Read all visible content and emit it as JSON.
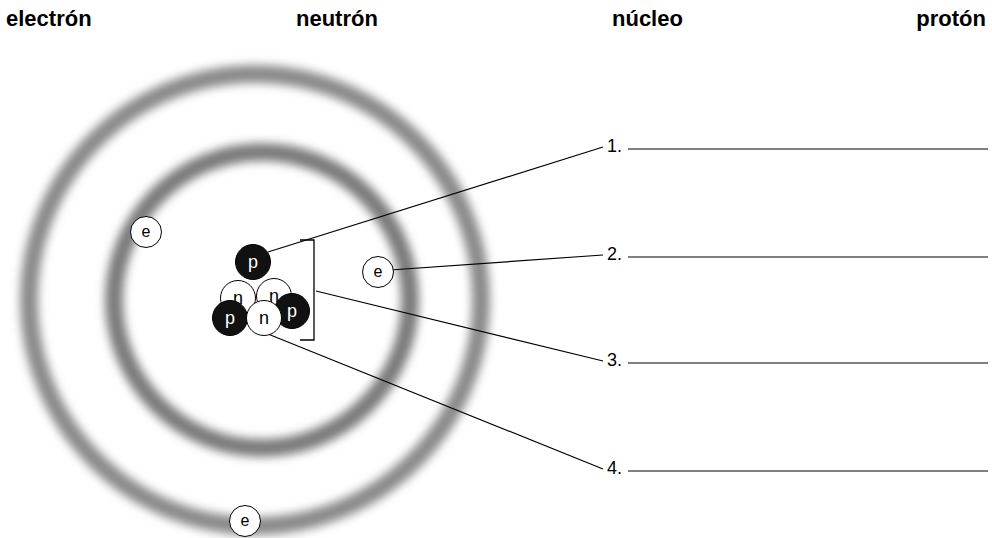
{
  "diagram": {
    "nodes": [
      {
        "text": [
          "e"
        ]
      },
      {
        "text": [
          "p"
        ]
      },
      {
        "text": [
          "e"
        ]
      },
      {
        "text": [
          "n"
        ]
      },
      {
        "text": [
          "n"
        ]
      },
      {
        "text": [
          "p"
        ]
      },
      {
        "text": [
          "p"
        ]
      },
      {
        "text": [
          "n"
        ]
      },
      {
        "text": [
          "e"
        ]
      }
    ],
    "labels": [
      "electrón",
      "neutrón",
      "núcleo",
      "protón",
      "1.",
      "2.",
      "3.",
      "4."
    ]
  }
}
